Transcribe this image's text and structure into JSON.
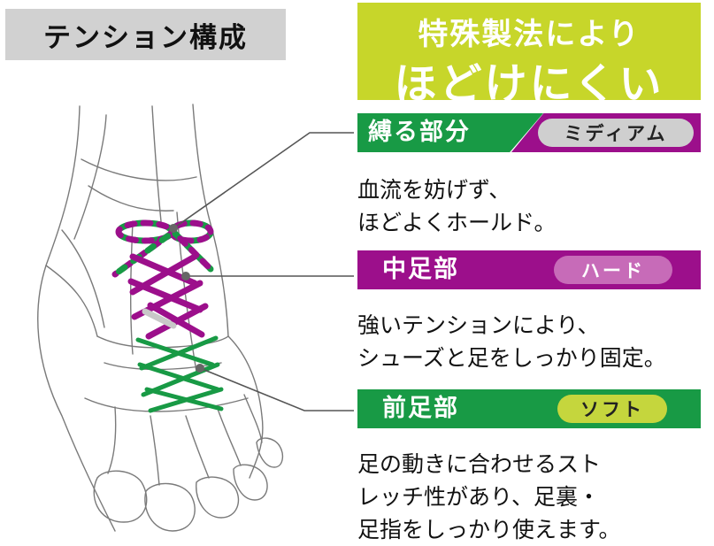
{
  "title": "テンション構成",
  "headline": {
    "line1": "特殊製法により",
    "line2": "ほどけにくい"
  },
  "sections": [
    {
      "label": "縛る部分",
      "level": "ミディアム",
      "description": [
        "血流を妨げず、",
        "ほどよくホールド。"
      ]
    },
    {
      "label": "中足部",
      "level": "ハード",
      "description": [
        "強いテンションにより、",
        "シューズと足をしっかり固定。"
      ]
    },
    {
      "label": "前足部",
      "level": "ソフト",
      "description": [
        "足の動きに合わせるスト",
        "レッチ性があり、足裏・",
        "足指をしっかり使えます。"
      ]
    }
  ],
  "colors": {
    "green": "#189a45",
    "purple": "#9c0f8b",
    "lime": "#c7d62a",
    "gray": "#d1d1d1"
  }
}
